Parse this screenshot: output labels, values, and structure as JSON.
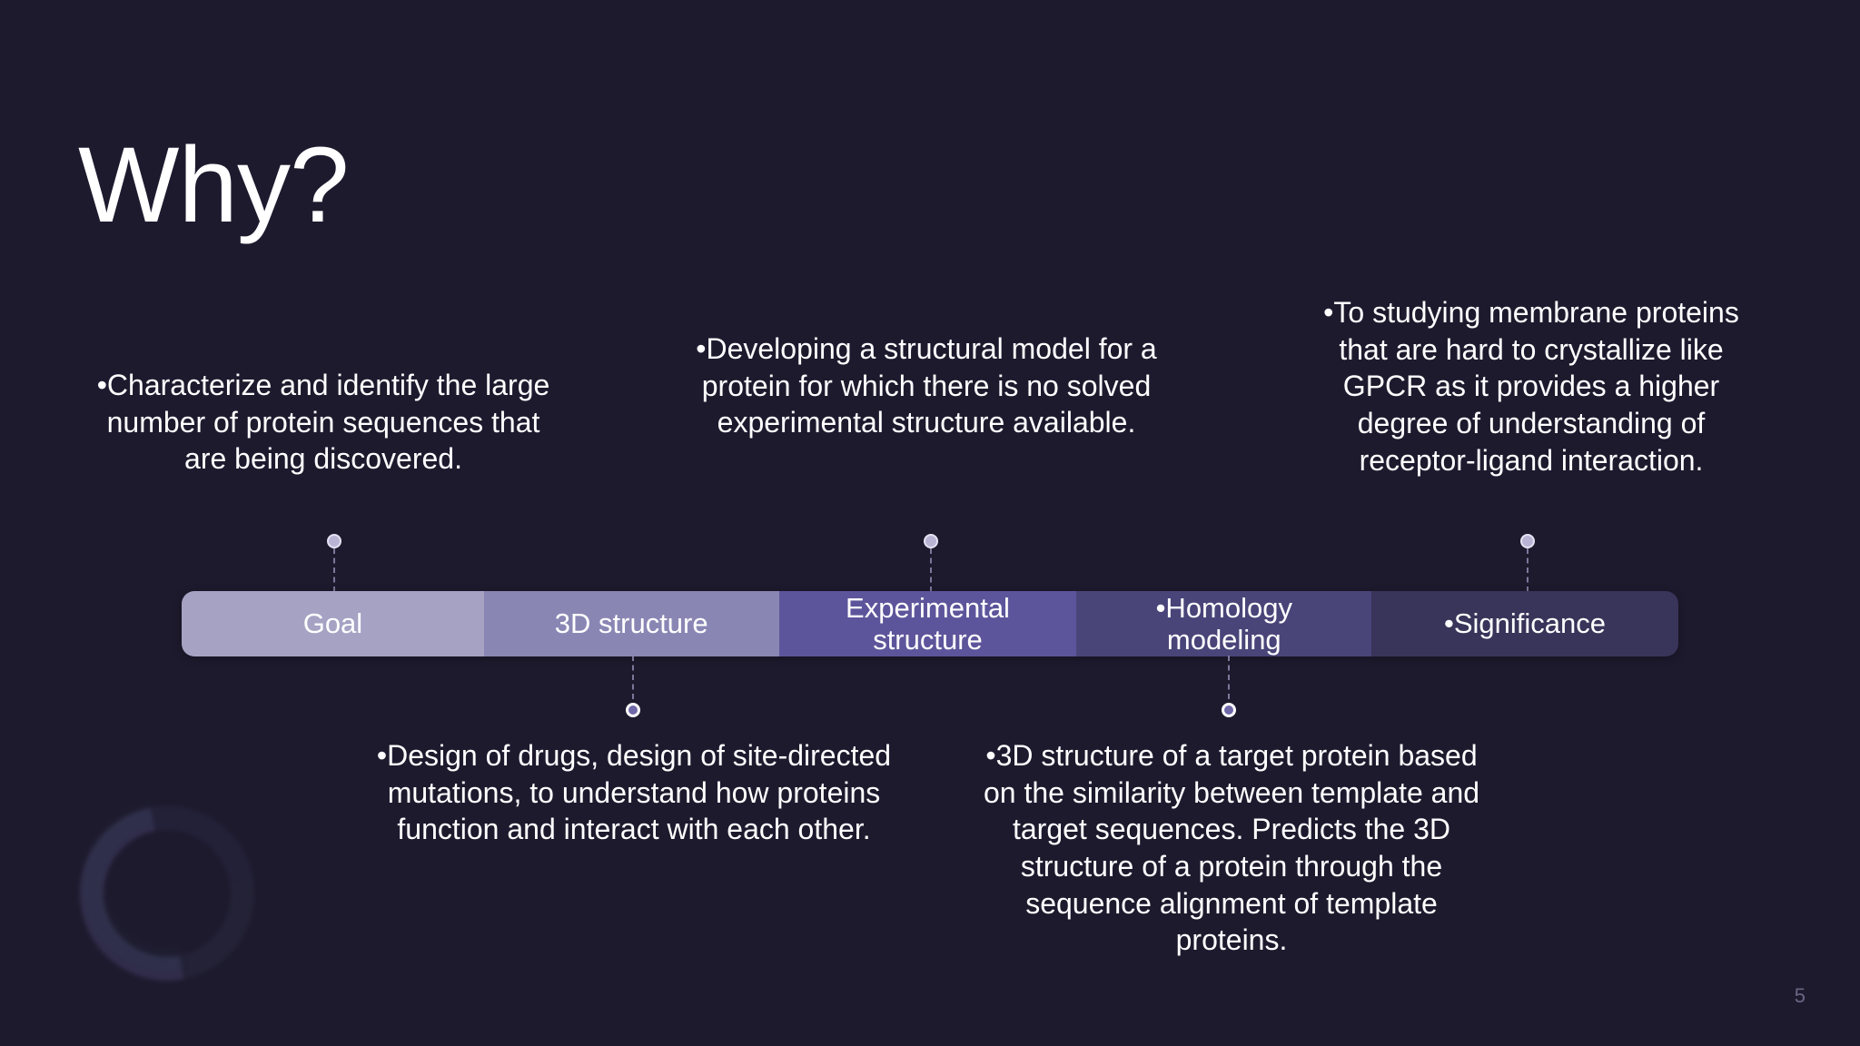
{
  "slide": {
    "title": "Why?",
    "page_number": "5",
    "background_color": "#1e1a2e"
  },
  "timeline": {
    "segments": [
      {
        "label": "Goal",
        "color": "#a5a2c4",
        "width_pct": 20.2,
        "bullet": false
      },
      {
        "label": "3D structure",
        "color": "#8a86b4",
        "width_pct": 19.7,
        "bullet": false
      },
      {
        "label": "Experimental\nstructure",
        "color": "#5d559b",
        "width_pct": 19.9,
        "bullet": false
      },
      {
        "label": "Homology\nmodeling",
        "color": "#494579",
        "width_pct": 19.7,
        "bullet": true
      },
      {
        "label": "Significance",
        "color": "#393459",
        "width_pct": 20.5,
        "bullet": true
      }
    ]
  },
  "callouts": {
    "goal": {
      "text": "•Characterize and identify the large number of protein sequences that are being discovered.",
      "position": "above",
      "segment": "Goal"
    },
    "structure_3d": {
      "text": "•Design of drugs, design of site-directed mutations, to understand how proteins function and interact with each other.",
      "position": "below",
      "segment": "3D structure"
    },
    "experimental": {
      "text": "•Developing a structural model for a protein for which there is no solved experimental structure available.",
      "position": "above",
      "segment": "Experimental structure"
    },
    "homology": {
      "text": "•3D structure of a target protein based on the similarity between template and target sequences. Predicts the 3D structure of a protein through the sequence alignment of template proteins.",
      "position": "below",
      "segment": "Homology modeling"
    },
    "significance": {
      "text": "•To studying membrane proteins that are hard to crystallize like GPCR as it provides a higher degree of understanding of receptor-ligand interaction.",
      "position": "above",
      "segment": "Significance"
    }
  }
}
